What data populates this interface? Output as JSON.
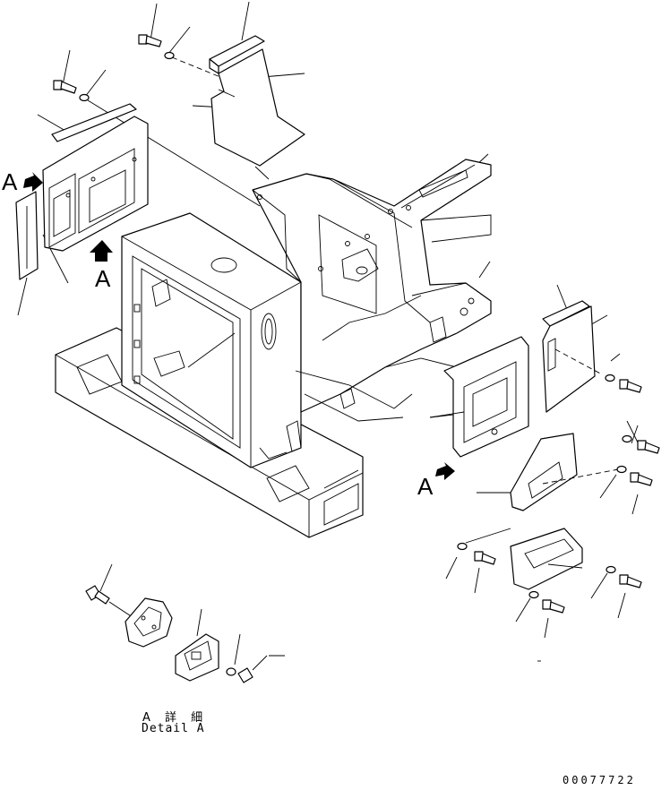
{
  "view_labels": {
    "arrow_left": "A",
    "arrow_bottom": "A",
    "arrow_right": "A"
  },
  "detail": {
    "title_jp": "A 詳 細",
    "title_en": "Detail A"
  },
  "drawing_number": "00077722",
  "icons": [
    "view-arrow-icon",
    "bolt-icon",
    "washer-icon",
    "cover-plate-icon"
  ]
}
